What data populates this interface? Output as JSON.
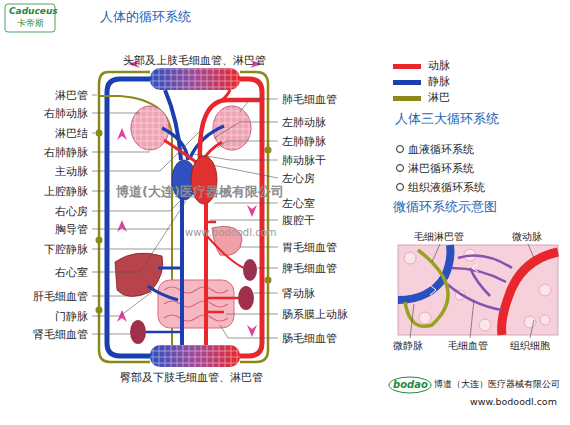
{
  "diagram": {
    "title": "人体的循环系统",
    "labels": [
      "头部及上肢毛细血管、淋巴管",
      "淋巴管",
      "右肺动脉",
      "淋巴结",
      "右肺静脉",
      "主动脉",
      "上腔静脉",
      "右心房",
      "胸导管",
      "下腔静脉",
      "右心室",
      "肝毛细血管",
      "门静脉",
      "肾毛细血管",
      "肺毛细血管",
      "左肺动脉",
      "左肺静脉",
      "肺动脉干",
      "左心房",
      "左心室",
      "腹腔干",
      "胃毛细血管",
      "脾毛细血管",
      "肾动脉",
      "肠系膜上动脉",
      "肠毛细血管",
      "臀部及下肢毛细血管、淋巴管",
      "Caduceus",
      "卡帝斯",
      "人体三大循环系统",
      "血液循环系统",
      "淋巴循环系统",
      "组织液循环系统",
      "微循环系统示意图",
      "毛细淋巴管",
      "微动脉",
      "微静脉",
      "毛细血管",
      "组织细胞",
      "博道(大连)医疗器械有限公司",
      "www.bodoodl.com",
      "bodao",
      "博道（大连）医疗器械有限公司",
      "www.bodoodl.com"
    ],
    "legend": [
      {
        "text": "动脉",
        "color": "#e8262b"
      },
      {
        "text": "静脉",
        "color": "#1b3fb0"
      },
      {
        "text": "淋巴",
        "color": "#8a8a1a"
      }
    ]
  }
}
